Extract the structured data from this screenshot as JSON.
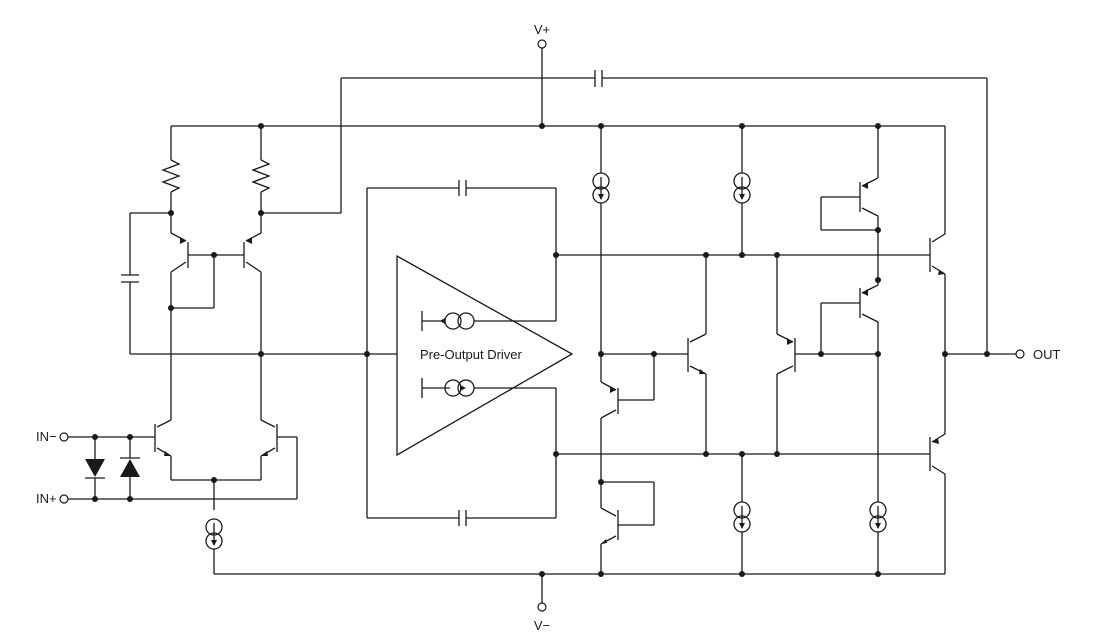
{
  "labels": {
    "vplus": "V+",
    "vminus": "V−",
    "in_minus": "IN−",
    "in_plus": "IN+",
    "out": "OUT",
    "driver": "Pre-Output Driver"
  },
  "colors": {
    "ink": "#1a1a1a",
    "background": "#ffffff"
  }
}
